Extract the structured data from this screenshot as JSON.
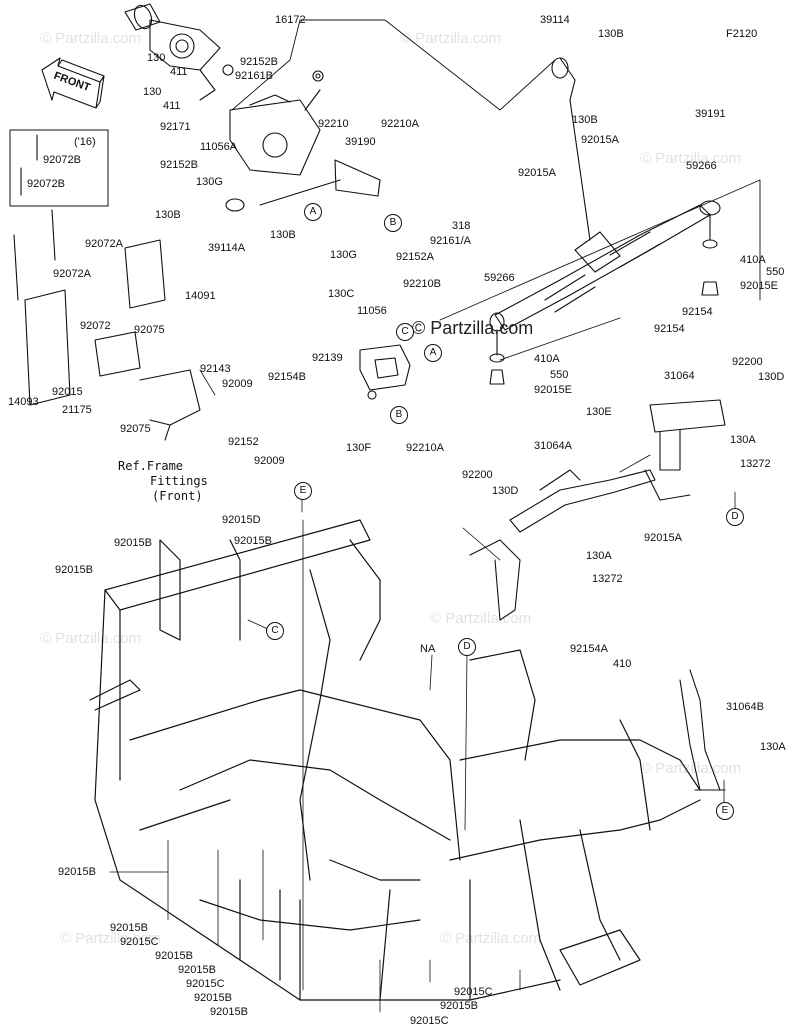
{
  "diagram_code": "F2120",
  "watermark": "© Partzilla.com",
  "front_arrow_label": "FRONT",
  "ref_note": [
    "Ref.Frame",
    "Fittings",
    "(Front)"
  ],
  "year_note": "('16)",
  "callouts": {
    "A": "A",
    "B": "B",
    "C": "C",
    "D": "D",
    "E": "E"
  },
  "labels": [
    "16172",
    "130",
    "411",
    "92152B",
    "92161B",
    "130",
    "411",
    "92171",
    "11056A",
    "92152B",
    "130G",
    "130B",
    "39114A",
    "130B",
    "92210",
    "39190",
    "92210A",
    "130G",
    "318",
    "92161/A",
    "92152A",
    "39114",
    "130B",
    "130B",
    "92015A",
    "39191",
    "92015A",
    "59266",
    "410A",
    "550",
    "92015E",
    "59266",
    "92154",
    "92154",
    "410A",
    "550",
    "92015E",
    "92072B",
    "92072B",
    "92072A",
    "92072A",
    "14091",
    "92072",
    "92075",
    "14093",
    "92015",
    "21175",
    "92075",
    "92143",
    "92009",
    "92152",
    "92009",
    "130C",
    "11056",
    "92210B",
    "92139",
    "92154B",
    "130F",
    "92210A",
    "31064",
    "92200",
    "130D",
    "130E",
    "130A",
    "13272",
    "31064A",
    "92200",
    "130D",
    "92015A",
    "130A",
    "13272",
    "92015D",
    "92015B",
    "92015B",
    "92015B",
    "NA",
    "92154A",
    "410",
    "31064B",
    "130A",
    "92015B",
    "92015B",
    "92015C",
    "92015B",
    "92015B",
    "92015C",
    "92015B",
    "92015B",
    "92015C",
    "92015B",
    "92015C"
  ]
}
